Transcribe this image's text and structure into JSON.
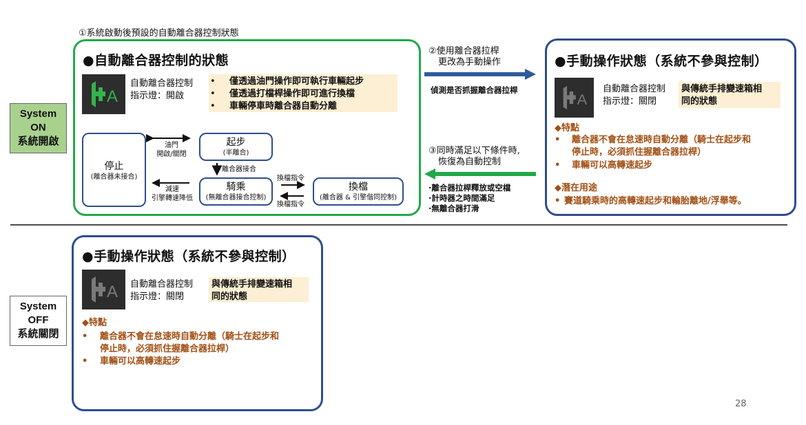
{
  "system_on": {
    "line1": "System",
    "line2": "ON",
    "line3": "系統開啟",
    "color": "#a9d18e"
  },
  "system_off": {
    "line1": "System",
    "line2": "OFF",
    "line3": "系統關閉"
  },
  "caption1": "①系統啟動後預設的自動離合器控制狀態",
  "auto_panel": {
    "title": "●自動離合器控制的狀態",
    "indicator_label": "自動離合器控制",
    "indicator_state": "指示燈：開啟",
    "icon": "auto-clutch-icon-green",
    "bullets": [
      "僅透過油門操作即可執行車輛起步",
      "僅透過打檔桿操作即可進行換檔",
      "車輛停車時離合器自動分離"
    ],
    "diagram": {
      "stop": {
        "title": "停止",
        "sub": "(離合器未接合)"
      },
      "start": {
        "title": "起步",
        "sub": "(半離合)"
      },
      "ride": {
        "title": "騎乘",
        "sub": "(無離合器接合控制)"
      },
      "shift": {
        "title": "換檔",
        "sub": "(離合器 & 引擎偕同控制)"
      },
      "throttle_1": "油門",
      "throttle_2": "開啟/關閉",
      "decel_1": "減速",
      "decel_2": "引擎轉速降低",
      "engage": "離合器接合",
      "shift_cmd_1": "換檔指令",
      "shift_cmd_2": "換檔指令"
    }
  },
  "transition": {
    "to_manual_1": "②使用離合器拉桿",
    "to_manual_2": "更改為手動操作",
    "detect": "偵測是否抓握離合器拉桿",
    "to_auto_1": "③同時滿足以下條件時,",
    "to_auto_2": "恢復為自動控制",
    "conditions": [
      "·離合器拉桿釋放或空檔",
      "·計時器之時間滿足",
      "·無離合器打滑"
    ]
  },
  "manual_panel": {
    "title": "●手動操作狀態（系統不參與控制）",
    "indicator_label": "自動離合器控制",
    "indicator_state": "指示燈：關閉",
    "icon": "auto-clutch-icon-gray",
    "highlight_1": "與傳統手排變速箱相",
    "highlight_2": "同的狀態",
    "features_title": "◆特點",
    "feature_1a": "離合器不會在怠速時自動分離（騎士在起步和",
    "feature_1b": "停止時，必須抓住握離合器拉桿）",
    "feature_2": "車輛可以高轉速起步",
    "uses_title": "◆潛在用途",
    "use_1": "賽道騎乘時的高轉速起步和輪胎離地/浮舉等。",
    "bullet": "•"
  },
  "page_number": "28",
  "colors": {
    "green": "#22a84a",
    "blue": "#2e4d8f",
    "orange": "#a24f14",
    "highlight": "#fcefd3"
  }
}
